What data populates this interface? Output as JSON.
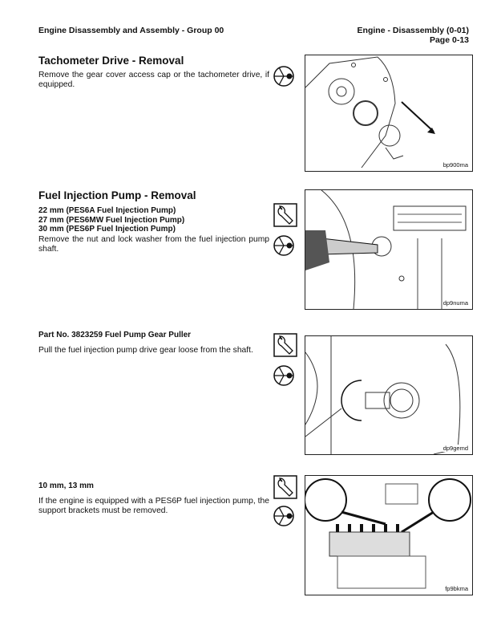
{
  "header": {
    "left": "Engine Disassembly and Assembly - Group 00",
    "right_line1": "Engine - Disassembly (0-01)",
    "right_line2": "Page 0-13"
  },
  "sections": [
    {
      "title": "Tachometer Drive - Removal",
      "body": "Remove the gear cover access cap or the tachometer drive, if equipped.",
      "figure_label": "bp900ma"
    },
    {
      "title": "Fuel Injection Pump - Removal",
      "specs": [
        "22 mm (PES6A Fuel Injection Pump)",
        "27 mm (PES6MW Fuel Injection Pump)",
        "30 mm (PES6P Fuel Injection Pump)"
      ],
      "body": "Remove the nut and lock washer from the fuel injection pump shaft.",
      "figure_label": "dp9numa"
    },
    {
      "specs": [
        "Part No. 3823259 Fuel Pump Gear Puller"
      ],
      "body": "Pull the fuel injection pump drive gear loose from the shaft.",
      "figure_label": "dp9gemd"
    },
    {
      "specs": [
        "10 mm, 13 mm"
      ],
      "body": "If the engine is equipped with a PES6P fuel injection pump, the support brackets must be removed.",
      "figure_label": "fp9bkma"
    }
  ]
}
